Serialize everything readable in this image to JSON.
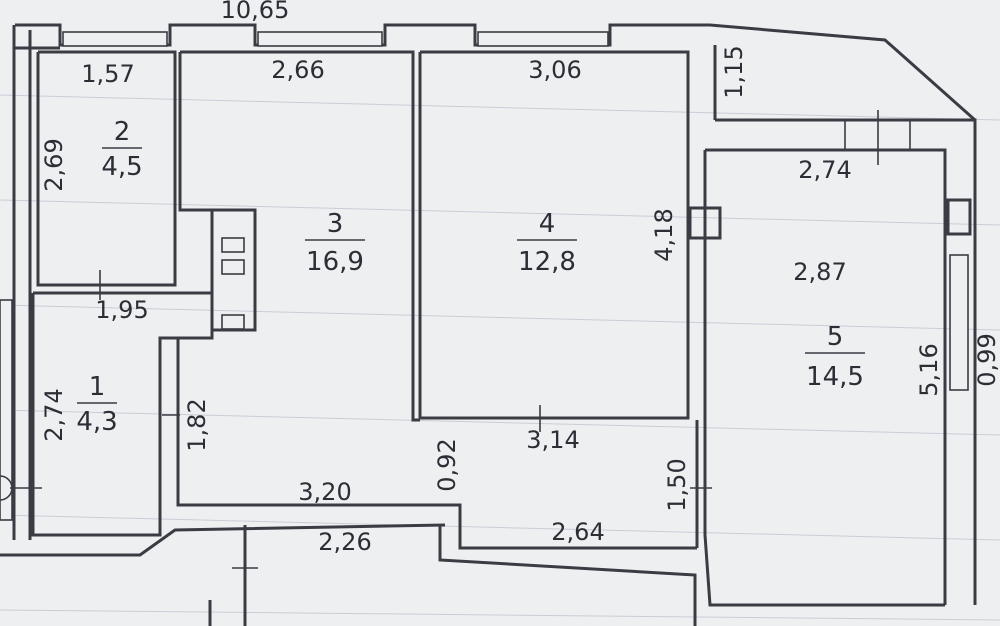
{
  "plan": {
    "overall_width": "10,65",
    "rooms": [
      {
        "number": "1",
        "area": "4,3"
      },
      {
        "number": "2",
        "area": "4,5"
      },
      {
        "number": "3",
        "area": "16,9"
      },
      {
        "number": "4",
        "area": "12,8"
      },
      {
        "number": "5",
        "area": "14,5"
      }
    ],
    "dimensions": {
      "d157": "1,57",
      "d269": "2,69",
      "d195": "1,95",
      "d274a": "2,74",
      "d182": "1,82",
      "d266": "2,66",
      "d320": "3,20",
      "d306": "3,06",
      "d418": "4,18",
      "d314": "3,14",
      "d092": "0,92",
      "d150": "1,50",
      "d264": "2,64",
      "d226": "2,26",
      "d115": "1,15",
      "d274b": "2,74",
      "d287": "2,87",
      "d516": "5,16",
      "d099": "0,99"
    }
  }
}
